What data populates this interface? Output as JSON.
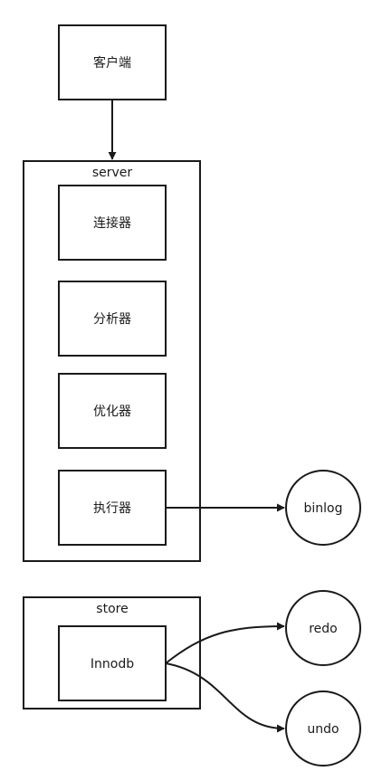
{
  "nodes": {
    "client": "客户端",
    "connector": "连接器",
    "analyzer": "分析器",
    "optimizer": "优化器",
    "executor": "执行器",
    "innodb": "Innodb",
    "binlog": "binlog",
    "redo": "redo",
    "undo": "undo"
  },
  "containers": {
    "server": "server",
    "store": "store"
  },
  "colors": {
    "stroke": "#1a1a1a",
    "fill": "#ffffff"
  }
}
